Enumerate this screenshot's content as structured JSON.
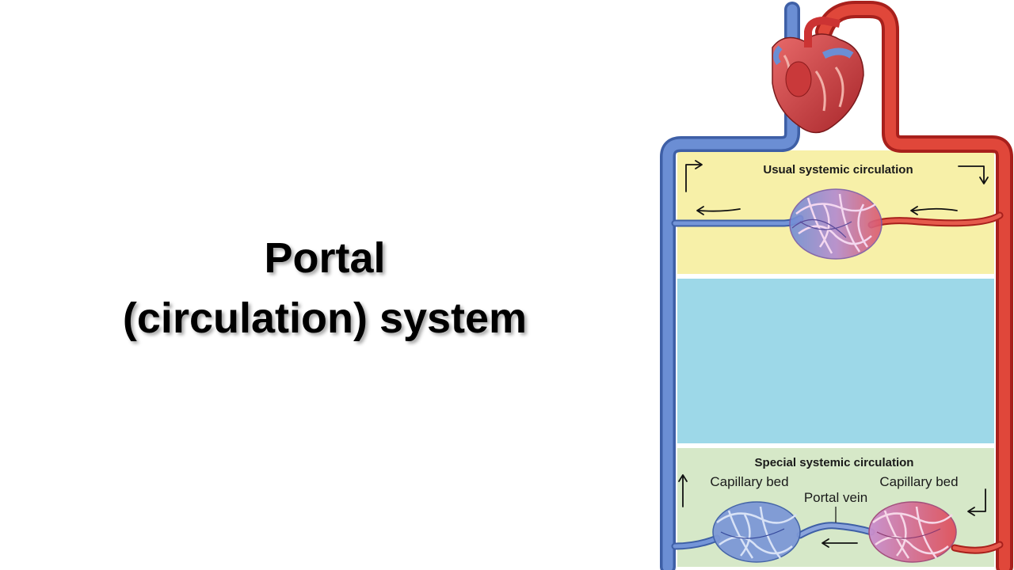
{
  "title": {
    "line1": "Portal",
    "line2": "(circulation) system"
  },
  "diagram": {
    "usual_label": "Usual systemic circulation",
    "special_label": "Special systemic circulation",
    "capillary_left": "Capillary bed",
    "capillary_right": "Capillary bed",
    "portal_vein": "Portal vein",
    "colors": {
      "vein": "#5b7fc8",
      "artery": "#d93a2e",
      "usual_panel": "#f7f0a8",
      "middle_panel": "#9dd8e8",
      "special_panel": "#d6e8c8"
    }
  }
}
